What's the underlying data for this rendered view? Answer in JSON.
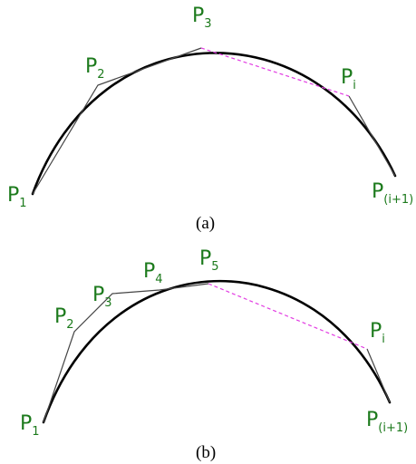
{
  "panels": [
    {
      "caption": "(a)",
      "labels": [
        {
          "base": "P",
          "sub": "1"
        },
        {
          "base": "P",
          "sub": "2"
        },
        {
          "base": "P",
          "sub": "3"
        },
        {
          "base": "P",
          "sub": "i"
        },
        {
          "base": "P",
          "sub": "(i+1)"
        }
      ]
    },
    {
      "caption": "(b)",
      "labels": [
        {
          "base": "P",
          "sub": "1"
        },
        {
          "base": "P",
          "sub": "2"
        },
        {
          "base": "P",
          "sub": "3"
        },
        {
          "base": "P",
          "sub": "4"
        },
        {
          "base": "P",
          "sub": "5"
        },
        {
          "base": "P",
          "sub": "i"
        },
        {
          "base": "P",
          "sub": "(i+1)"
        }
      ]
    }
  ],
  "colors": {
    "label": "#1c7a1c",
    "arc": "#000000",
    "chord": "#444444",
    "dashed_chord": "#e23ce2"
  }
}
